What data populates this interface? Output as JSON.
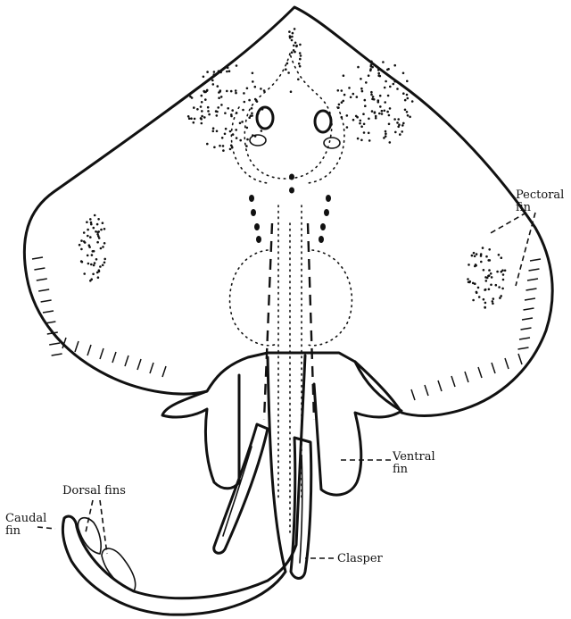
{
  "labels": {
    "pectoral_fin": "Pectoral\nfin",
    "ventral_fin": "Ventral\nfin",
    "dorsal_fins": "Dorsal fins",
    "caudal_fin": "Caudal\nfin",
    "clasper": "Clasper"
  },
  "colors": {
    "ink": "#111111",
    "background": "#ffffff"
  }
}
